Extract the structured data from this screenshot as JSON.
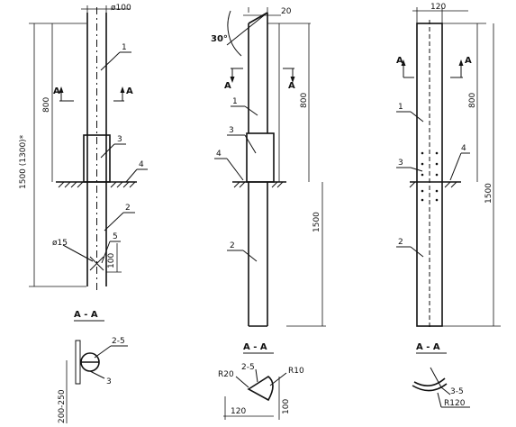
{
  "views": {
    "left": {
      "dia_top": "ø100",
      "dim_total": "1500 (1300)*",
      "dim_800": "800",
      "dim_100": "100",
      "hole_label": "ø15",
      "section_mark": "A",
      "labels": [
        "1",
        "2",
        "3",
        "4",
        "5"
      ],
      "section_title": "A - A",
      "section_labels": [
        "2-5",
        "3"
      ],
      "section_dim": "200-250"
    },
    "middle": {
      "top_dim": "20",
      "angle": "30°",
      "dim_800": "800",
      "dim_1500": "1500",
      "section_mark": "A",
      "labels": [
        "1",
        "2",
        "3",
        "4"
      ],
      "section_title": "A - A",
      "section_labels": [
        "2-5",
        "R20",
        "R10"
      ],
      "section_dim_h": "120",
      "section_dim_v": "100"
    },
    "right": {
      "top_dim": "120",
      "dim_800": "800",
      "dim_1500": "1500",
      "section_mark": "A",
      "labels": [
        "1",
        "2",
        "3",
        "4"
      ],
      "section_title": "A - A",
      "section_labels": [
        "3-5",
        "R120"
      ]
    }
  }
}
